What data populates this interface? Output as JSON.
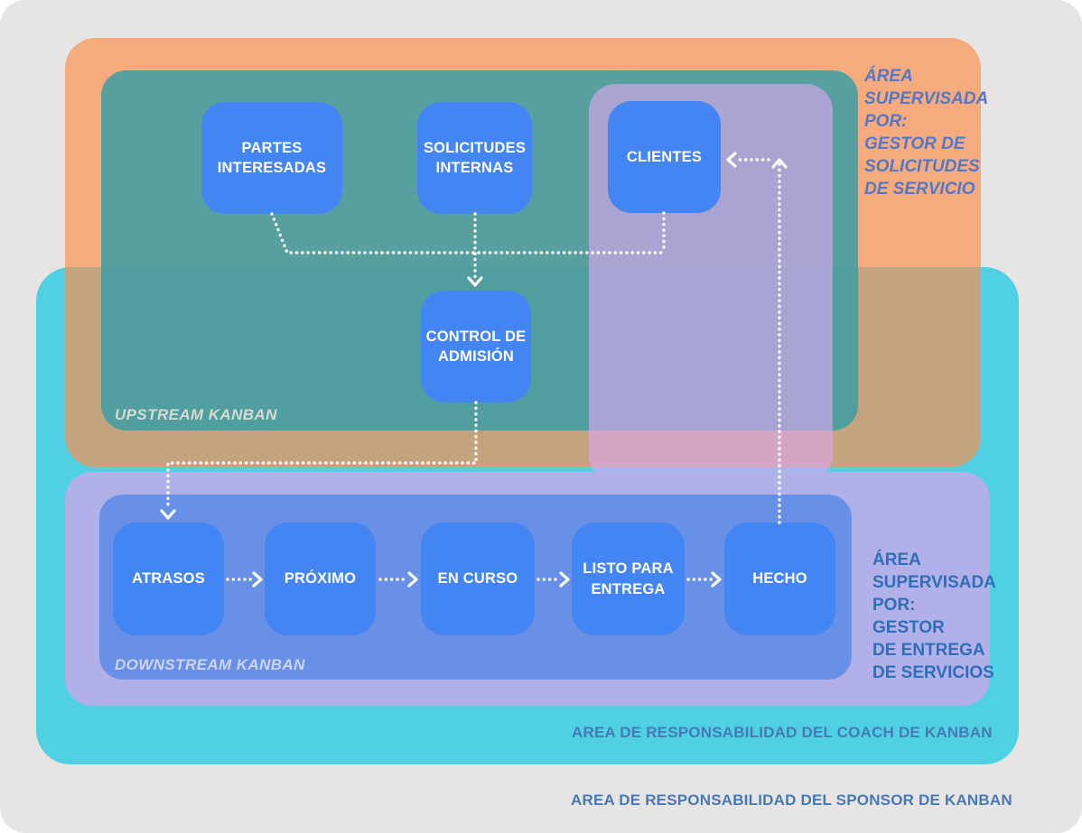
{
  "palette": {
    "bg_gray": "#e6e5e4",
    "cyan": "#4fd0e3",
    "orange": "rgba(253,141,76,0.67)",
    "teal": "rgba(60,158,165,0.85)",
    "purple": "rgba(225,167,247,0.60)",
    "lilac": "#b2b0e8",
    "inner_blue": "#6790e6",
    "box_blue": "#4285f3",
    "flat_salmon": "#f5a97d",
    "flat_tan": "#c3a47d",
    "flat_teal": "#58a09f",
    "flat_lavender": "#aba4d4",
    "flat_pink": "#d5a6c6",
    "note_orange_text": "#5478c6",
    "note_lilac_text": "#2e6fb7",
    "coach_text": "#4679b6",
    "upstream_text": "#d8dad2",
    "downstream_text": "#ced5f6"
  },
  "regions": {
    "upstream": {
      "label": "UPSTREAM KANBAN"
    },
    "downstream": {
      "label": "DOWNSTREAM KANBAN"
    },
    "coach": {
      "label": "AREA DE RESPONSABILIDAD DEL COACH DE KANBAN"
    },
    "sponsor": {
      "label": "AREA DE RESPONSABILIDAD DEL SPONSOR DE KANBAN"
    },
    "service_request_manager": {
      "label": "ÁREA\nSUPERVISADA\nPOR:\nGESTOR DE\nSOLICITUDES\nDE SERVICIO"
    },
    "service_delivery_manager": {
      "label": "ÁREA\nSUPERVISADA\nPOR:\nGESTOR\nDE ENTREGA\nDE SERVICIOS"
    }
  },
  "upstream_boxes": [
    {
      "label": "PARTES INTERESADAS"
    },
    {
      "label": "SOLICITUDES INTERNAS"
    },
    {
      "label": "CLIENTES"
    },
    {
      "label": "CONTROL DE ADMISIÓN"
    }
  ],
  "downstream_boxes": [
    {
      "label": "ATRASOS"
    },
    {
      "label": "PRÓXIMO"
    },
    {
      "label": "EN CURSO"
    },
    {
      "label": "LISTO PARA ENTREGA"
    },
    {
      "label": "HECHO"
    }
  ]
}
